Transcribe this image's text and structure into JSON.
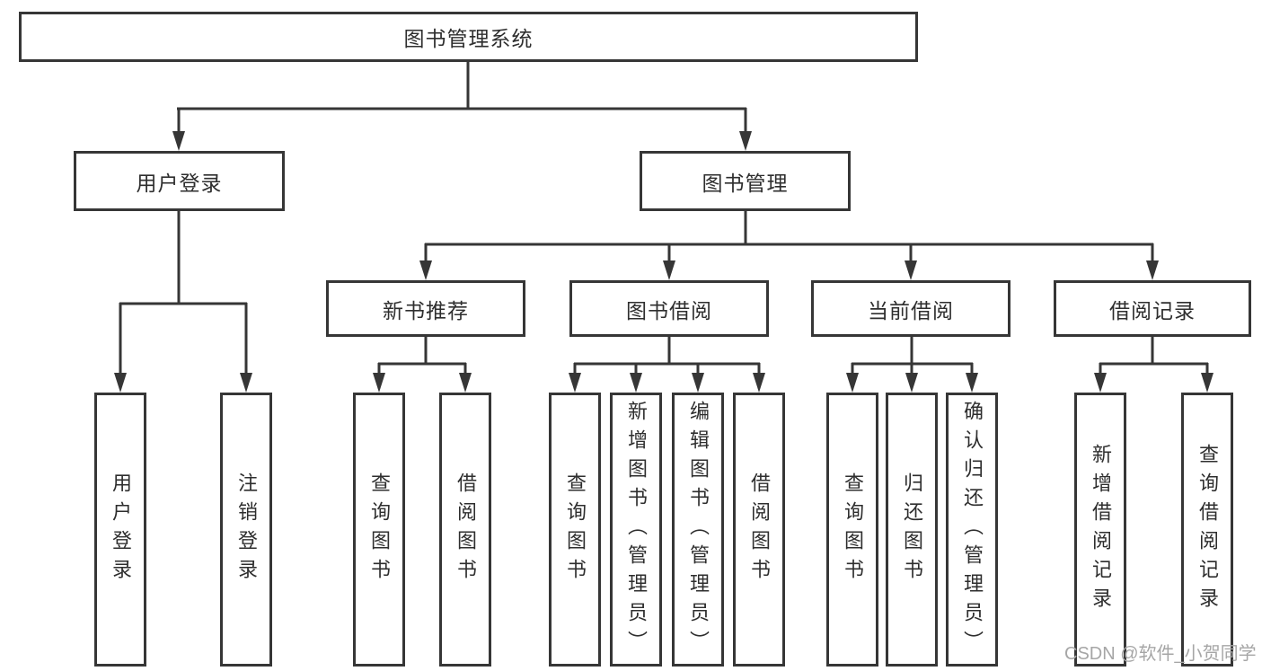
{
  "tree": {
    "root": "图书管理系统",
    "level2": [
      {
        "label": "用户登录",
        "children": [
          "用户登录",
          "注销登录"
        ]
      },
      {
        "label": "图书管理",
        "children": [
          {
            "label": "新书推荐",
            "children": [
              "查询图书",
              "借阅图书"
            ]
          },
          {
            "label": "图书借阅",
            "children": [
              "查询图书",
              "新增图书（管理员）",
              "编辑图书（管理员）",
              "借阅图书"
            ]
          },
          {
            "label": "当前借阅",
            "children": [
              "查询图书",
              "归还图书",
              "确认归还（管理员）"
            ]
          },
          {
            "label": "借阅记录",
            "children": [
              "新增借阅记录",
              "查询借阅记录"
            ]
          }
        ]
      }
    ]
  },
  "watermark": "CSDN @软件_小贺同学",
  "colors": {
    "line": "#363636",
    "text": "#2e2e2e",
    "background": "#ffffff",
    "watermark": "#a6a6a6"
  }
}
